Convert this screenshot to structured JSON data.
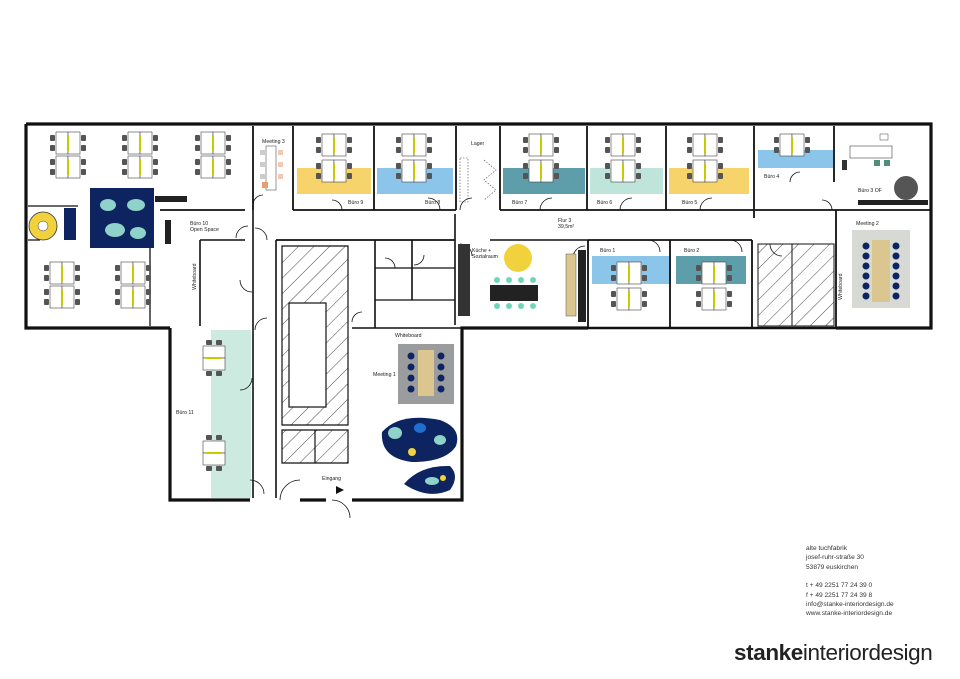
{
  "rooms": {
    "buero10": "Büro 10\nOpen Space",
    "meeting3": "Meeting 3",
    "buero9": "Büro 9",
    "buero8": "Büro 8",
    "lager": "Lager",
    "buero7": "Büro 7",
    "buero6": "Büro 6",
    "buero5": "Büro 5",
    "buero4": "Büro 4",
    "buero3og": "Büro 3 OF",
    "meeting2": "Meeting 2",
    "flur": "Flur 3\n39,5m²",
    "kueche": "Küche +\nSozialraum",
    "buero1": "Büro 1",
    "buero2": "Büro 2",
    "meeting1": "Meeting 1",
    "buero11": "Büro 11",
    "eingang": "Eingang",
    "whiteboard": "Whiteboard"
  },
  "contact": {
    "line1": "alte tuchfabrik",
    "line2": "josef-ruhr-straße 30",
    "line3": "53879 euskirchen",
    "phone": "t + 49 2251 77 24 39 0",
    "fax": "f + 49 2251 77 24 39 8",
    "email": "info@stanke-interiordesign.de",
    "web": "www.stanke-interiordesign.de"
  },
  "logo": {
    "bold": "stanke",
    "light": "interiordesign"
  },
  "colors": {
    "wall": "#111111",
    "yellow": "#f6d36b",
    "blue": "#8cc5ea",
    "teal": "#5e9eaa",
    "mint": "#bfe5da",
    "navy": "#0d2460",
    "gray": "#9a9c9d",
    "orange": "#e6a06d"
  }
}
